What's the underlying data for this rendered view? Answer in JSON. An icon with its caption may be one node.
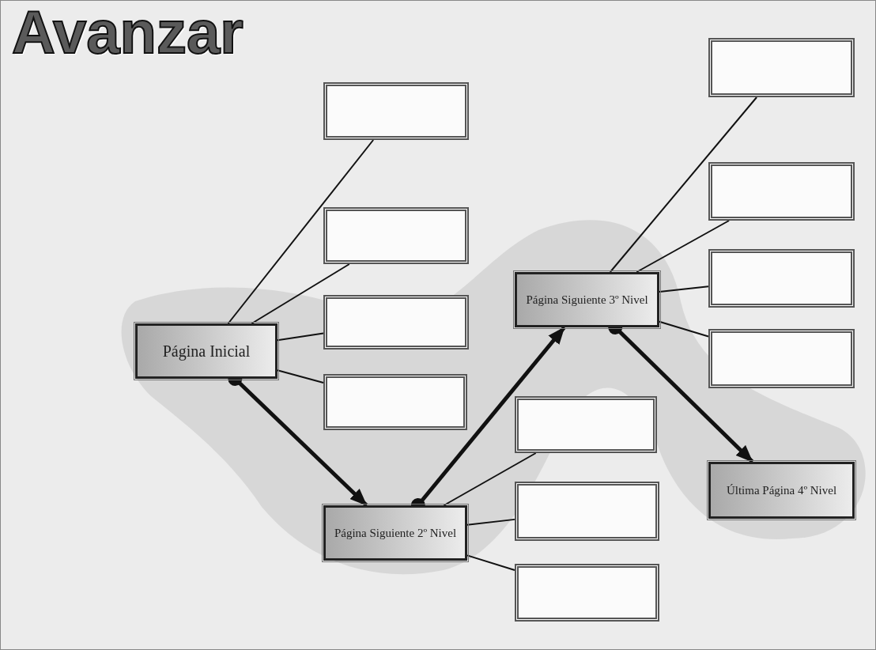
{
  "diagram": {
    "title": "Avanzar",
    "nodes": [
      {
        "text": [
          "Página Inicial"
        ]
      },
      {
        "text": [],
        "shape": "box"
      },
      {
        "text": [],
        "shape": "box"
      },
      {
        "text": [],
        "shape": "box"
      },
      {
        "text": [],
        "shape": "box"
      },
      {
        "text": [
          "Página Siguiente 2º Nivel"
        ]
      },
      {
        "text": [],
        "shape": "box"
      },
      {
        "text": [],
        "shape": "box"
      },
      {
        "text": [],
        "shape": "box"
      },
      {
        "text": [
          "Página Siguiente 3º Nivel"
        ]
      },
      {
        "text": [],
        "shape": "box"
      },
      {
        "text": [],
        "shape": "box"
      },
      {
        "text": [],
        "shape": "box"
      },
      {
        "text": [],
        "shape": "box"
      },
      {
        "text": [
          "Última Página 4º Nivel"
        ]
      }
    ],
    "edges": [
      {
        "from": 0,
        "to": 1,
        "arrow": "none"
      },
      {
        "from": 0,
        "to": 2,
        "arrow": "none"
      },
      {
        "from": 0,
        "to": 3,
        "arrow": "none"
      },
      {
        "from": 0,
        "to": 4,
        "arrow": "none"
      },
      {
        "from": 0,
        "to": 5,
        "arrow": "to",
        "style": "thick"
      },
      {
        "from": 5,
        "to": 9,
        "arrow": "to",
        "style": "thick"
      },
      {
        "from": 5,
        "to": 6,
        "arrow": "none"
      },
      {
        "from": 5,
        "to": 7,
        "arrow": "none"
      },
      {
        "from": 5,
        "to": 8,
        "arrow": "none"
      },
      {
        "from": 9,
        "to": 10,
        "arrow": "none"
      },
      {
        "from": 9,
        "to": 11,
        "arrow": "none"
      },
      {
        "from": 9,
        "to": 12,
        "arrow": "none"
      },
      {
        "from": 9,
        "to": 13,
        "arrow": "none"
      },
      {
        "from": 9,
        "to": 14,
        "arrow": "to",
        "style": "thick"
      }
    ]
  }
}
